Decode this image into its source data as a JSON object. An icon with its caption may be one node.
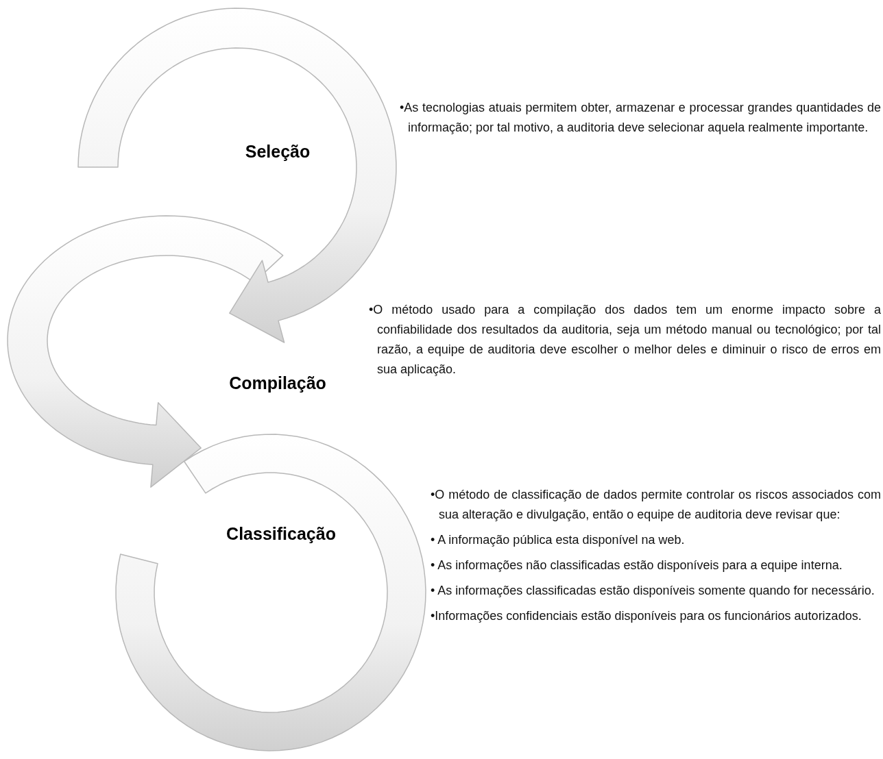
{
  "diagram": {
    "nodes": [
      {
        "text": [
          "Seleção"
        ]
      },
      {
        "text": [
          "Compilação"
        ]
      },
      {
        "text": [
          "Classificação"
        ]
      }
    ],
    "edges": [
      {
        "from": 0,
        "to": 1,
        "arrow": "to"
      },
      {
        "from": 1,
        "to": 2,
        "arrow": "to"
      }
    ],
    "labels": [
      "•As tecnologias atuais permitem obter, armazenar e processar grandes quantidades de informação; por tal motivo, a auditoria deve selecionar aquela realmente importante.",
      "•O método usado para a compilação dos dados tem um enorme impacto sobre a confiabilidade dos resultados da auditoria, seja um método manual ou tecnológico; por tal razão, a equipe de auditoria deve escolher o melhor deles e diminuir o risco de erros em sua aplicação.",
      "•O método de classificação de dados permite controlar os riscos associados com sua alteração e divulgação, então o equipe de auditoria deve revisar que:",
      "• A informação pública esta disponível na web.",
      "• As informações não classificadas estão disponíveis para a equipe interna.",
      "• As informações classificadas estão disponíveis somente quando for necessário.",
      "•Informações confidenciais estão disponíveis para os funcionários autorizados."
    ]
  }
}
